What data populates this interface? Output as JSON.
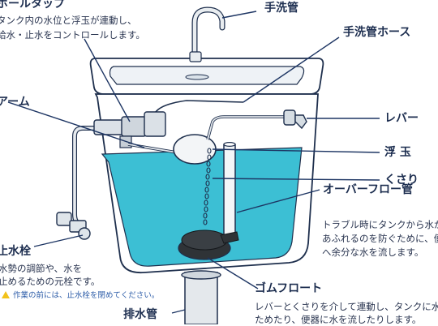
{
  "labels": {
    "faucet": "手洗管",
    "faucet_hose": "手洗管ホース",
    "ball_tap": "ボールタップ",
    "arm": "アーム",
    "lever": "レバー",
    "float_ball": "浮 玉",
    "chain": "くさり",
    "overflow_pipe": "オーバーフロー管",
    "stop_valve": "止水栓",
    "rubber_float": "ゴムフロート",
    "drain_pipe": "排水管"
  },
  "descriptions": {
    "ball_tap": [
      "タンク内の水位と浮玉が連動し、",
      "給水・止水をコントロールします。"
    ],
    "overflow_pipe": [
      "トラブル時にタンクから水が",
      "あふれるのを防ぐために、便器",
      "へ余分な水を流します。"
    ],
    "stop_valve": [
      "水勢の調節や、水を",
      "止めるための元栓です。"
    ],
    "rubber_float": [
      "レバーとくさりを介して連動し、タンクに水を",
      "ためたり、便器に水を流したりします。"
    ]
  },
  "note": {
    "icon": "warning-icon",
    "text": "作業の前には、止水栓を閉めてください。"
  },
  "colors": {
    "water": "#3cbfd4",
    "label_text": "#1c2d4f",
    "leader_line": "#1d3563",
    "tank_outline": "#1e2f4d",
    "note_text": "#2c5ca8"
  }
}
